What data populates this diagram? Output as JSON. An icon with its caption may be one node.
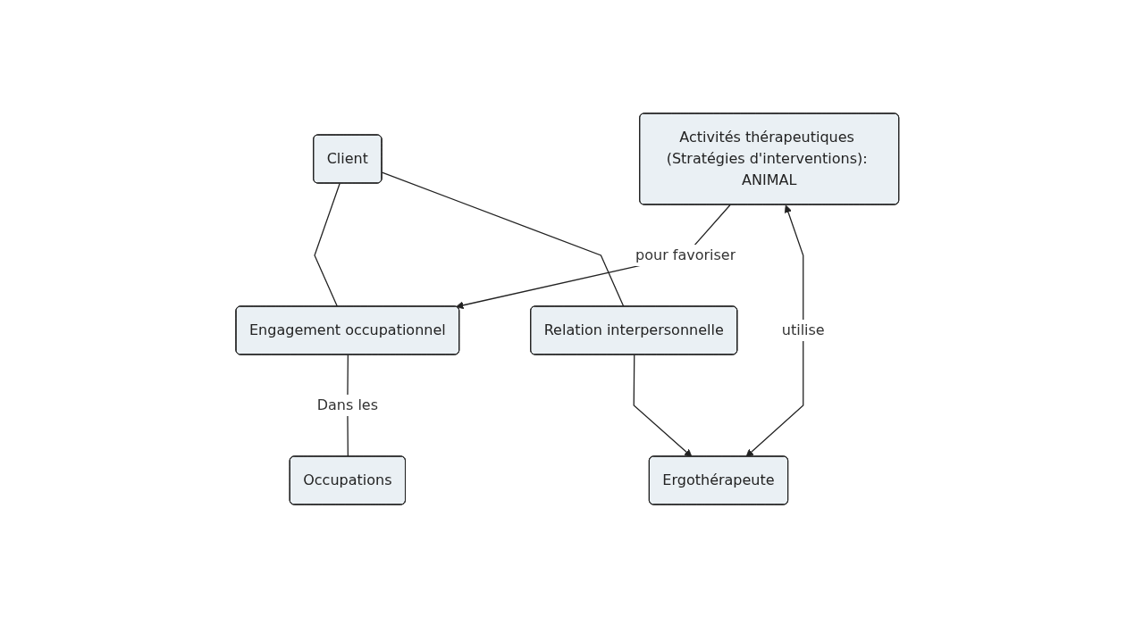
{
  "diagram": {
    "nodes": [
      {
        "text": [
          "Client"
        ]
      },
      {
        "text": [
          "Engagement occupationnel"
        ]
      },
      {
        "text": [
          "Relation interpersonnelle"
        ]
      },
      {
        "text": [
          "Activités thérapeutiques (Stratégies d'interventions): ANIMAL"
        ]
      },
      {
        "text": [
          "Occupations"
        ]
      },
      {
        "text": [
          "Ergothérapeute"
        ]
      }
    ],
    "edges": [
      {
        "from": 0,
        "to": 1,
        "arrow": "none"
      },
      {
        "from": 0,
        "to": 2,
        "arrow": "none"
      },
      {
        "from": 3,
        "to": 1,
        "label": "pour favoriser",
        "arrow": "to"
      },
      {
        "from": 1,
        "to": 4,
        "label": "Dans les",
        "arrow": "none"
      },
      {
        "from": 3,
        "to": 5,
        "label": "utilise",
        "arrow": "both"
      },
      {
        "from": 2,
        "to": 5,
        "arrow": "to"
      }
    ]
  }
}
